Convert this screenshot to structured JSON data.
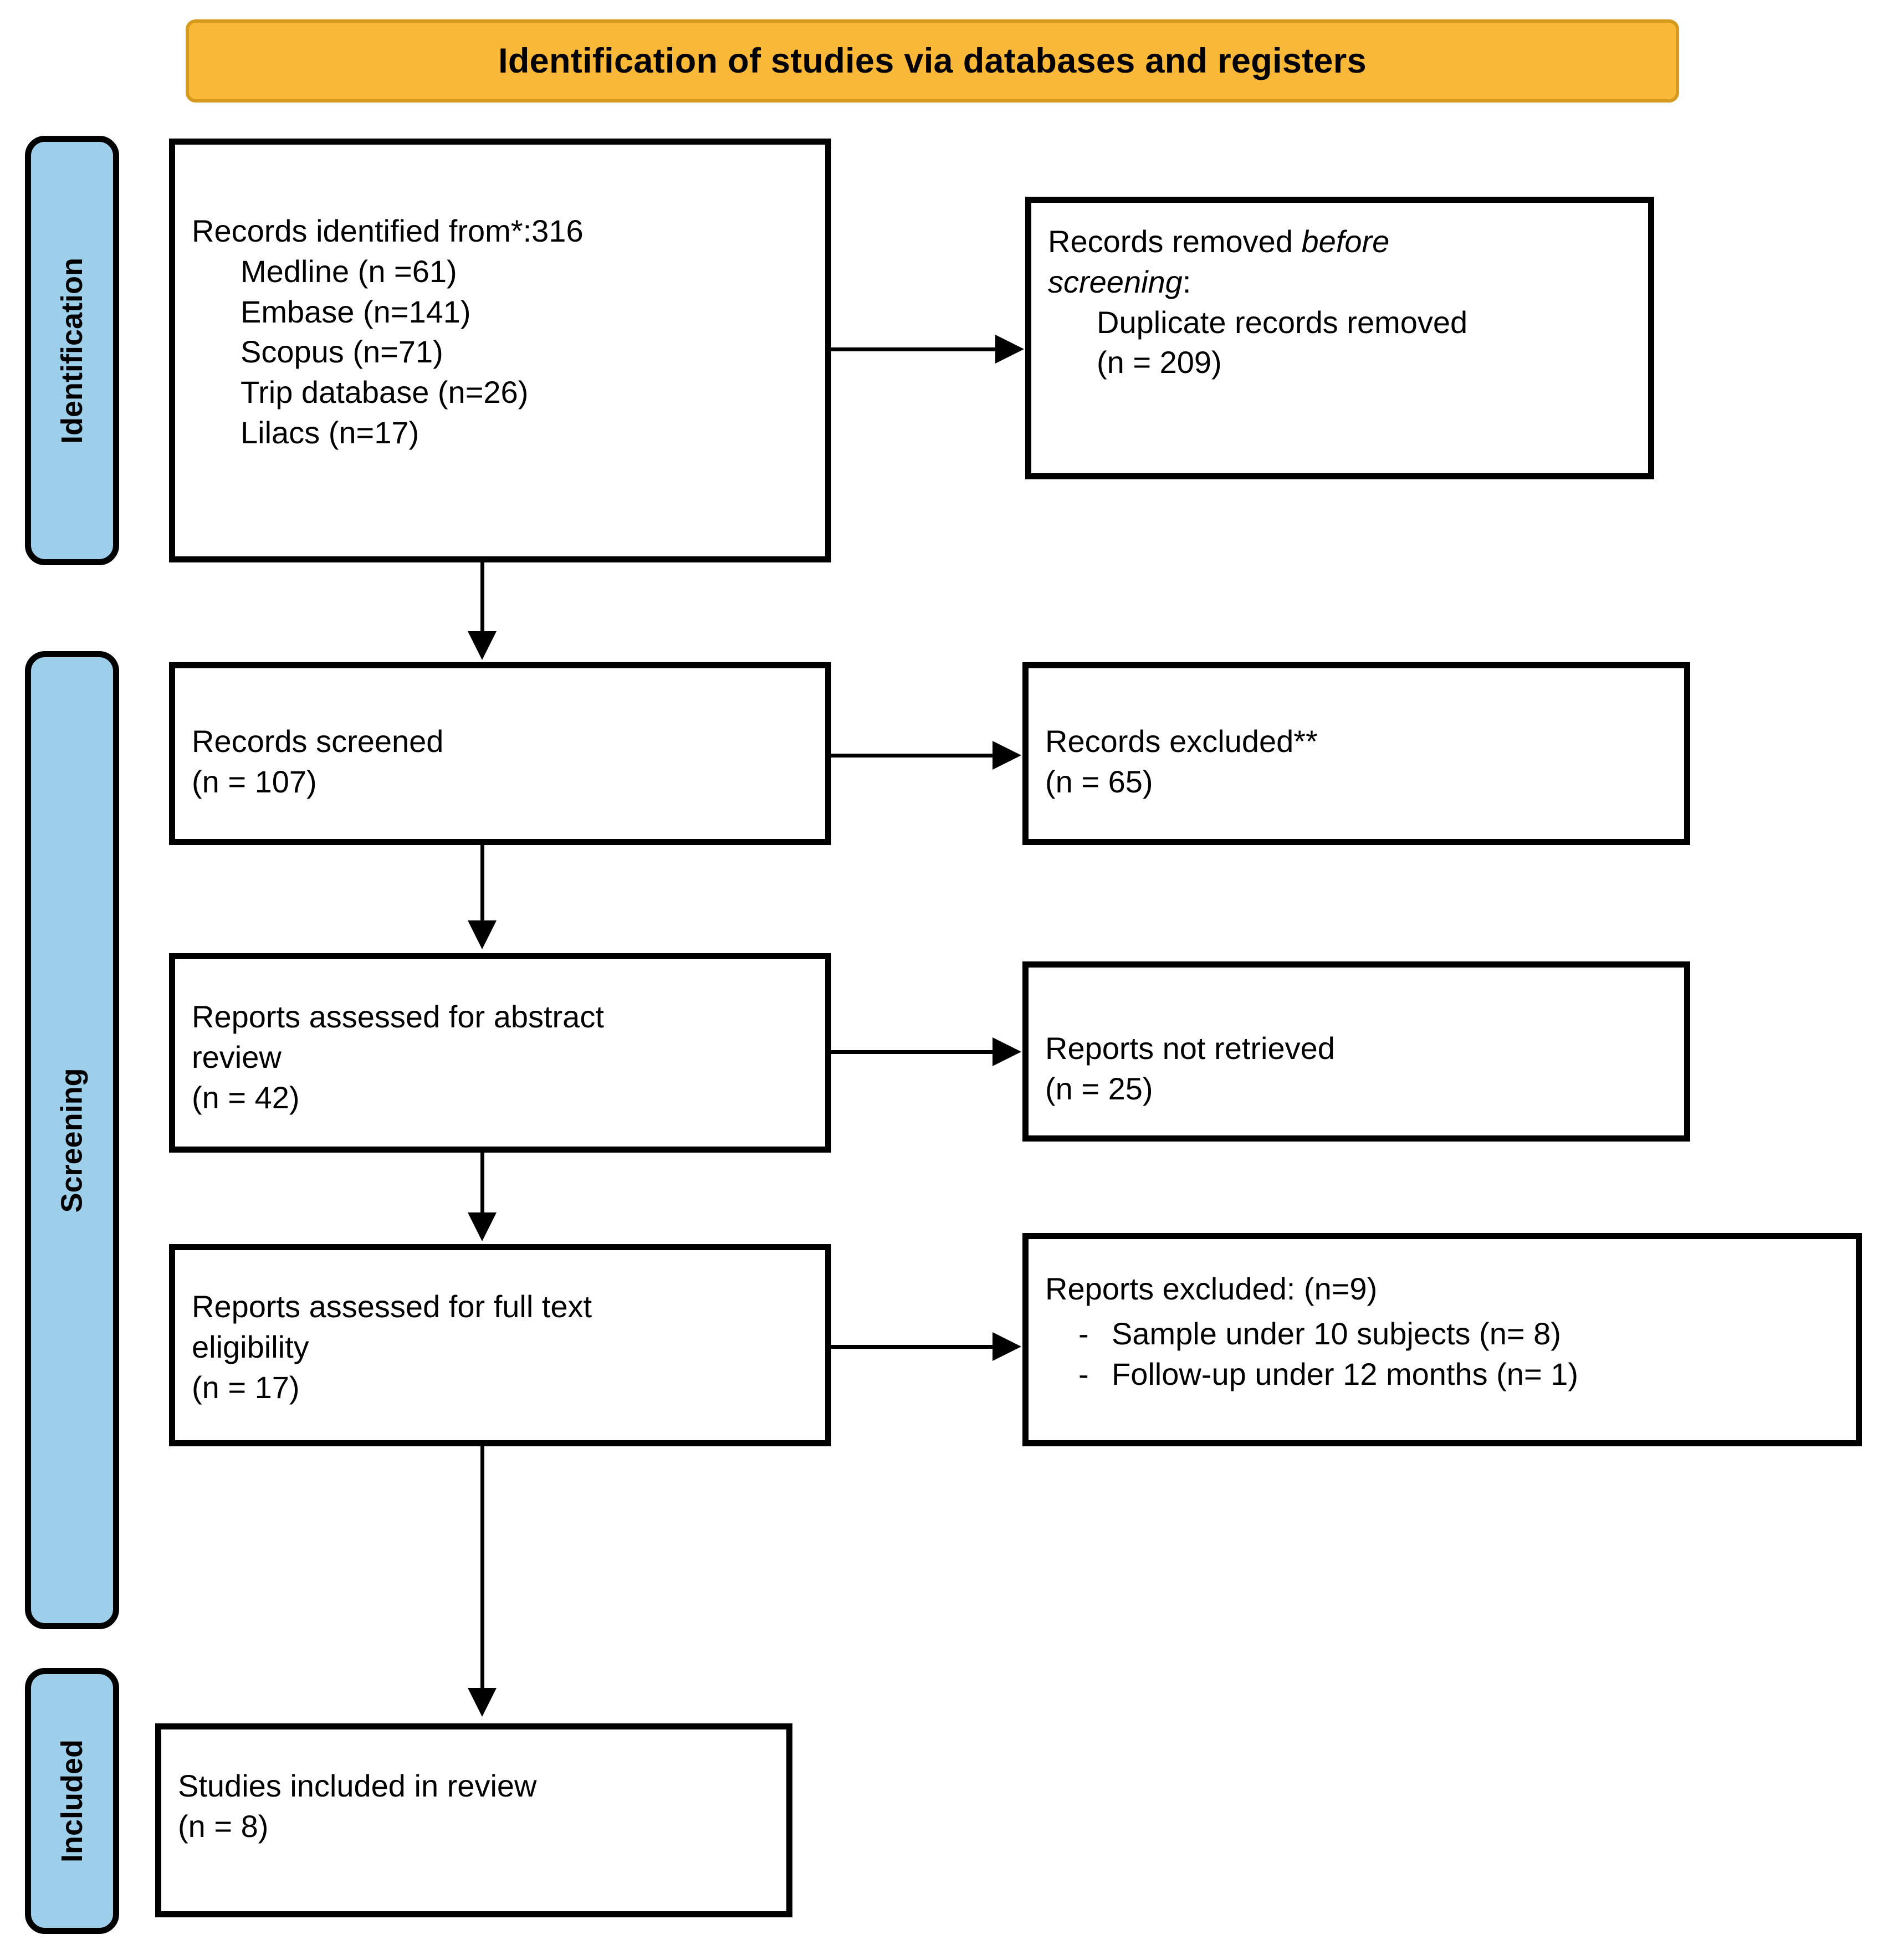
{
  "banner": {
    "title": "Identification of studies via databases and registers",
    "bg_color": "#FAB839",
    "border_color": "#D69B1E"
  },
  "rails": {
    "bg_color": "#9DCEEA",
    "items": [
      {
        "label": "Identification"
      },
      {
        "label": "Screening"
      },
      {
        "label": "Included"
      }
    ]
  },
  "boxes": {
    "identified": {
      "title": "Records identified from*:316",
      "sources": [
        "Medline (n =61)",
        "Embase (n=141)",
        "Scopus (n=71)",
        "Trip database (n=26)",
        "Lilacs (n=17)"
      ]
    },
    "removed_before_screening": {
      "line1": "Records removed ",
      "line1_italic": "before",
      "line2_italic": "screening",
      "line2_tail": ":",
      "detail": "Duplicate records removed",
      "count": "(n = 209)"
    },
    "records_screened": {
      "title": "Records screened",
      "count": "(n = 107)"
    },
    "records_excluded": {
      "title": "Records excluded**",
      "count": "(n = 65)"
    },
    "abstract_assessed": {
      "title_line1": "Reports assessed for abstract",
      "title_line2": "review",
      "count": "(n = 42)"
    },
    "reports_not_retrieved": {
      "title": "Reports not retrieved",
      "count": "(n = 25)"
    },
    "fulltext_assessed": {
      "title_line1": "Reports assessed for full text",
      "title_line2": "eligibility",
      "count": "(n = 17)"
    },
    "reports_excluded": {
      "title": "Reports excluded: (n=9)",
      "bullet_marker": "-",
      "reasons": [
        "Sample under 10 subjects (n= 8)",
        "Follow-up under 12 months (n= 1)"
      ]
    },
    "studies_included": {
      "title": "Studies included in review",
      "count": "(n = 8)"
    }
  },
  "chart_data": {
    "type": "diagram",
    "title": "Identification of studies via databases and registers",
    "stages": [
      "Identification",
      "Screening",
      "Included"
    ],
    "nodes": [
      {
        "id": "identified",
        "stage": "Identification",
        "label": "Records identified from*",
        "n": 316
      },
      {
        "id": "medline",
        "stage": "Identification",
        "label": "Medline",
        "n": 61
      },
      {
        "id": "embase",
        "stage": "Identification",
        "label": "Embase",
        "n": 141
      },
      {
        "id": "scopus",
        "stage": "Identification",
        "label": "Scopus",
        "n": 71
      },
      {
        "id": "trip",
        "stage": "Identification",
        "label": "Trip database",
        "n": 26
      },
      {
        "id": "lilacs",
        "stage": "Identification",
        "label": "Lilacs",
        "n": 17
      },
      {
        "id": "duplicates",
        "stage": "Identification",
        "label": "Duplicate records removed before screening",
        "n": 209
      },
      {
        "id": "screened",
        "stage": "Screening",
        "label": "Records screened",
        "n": 107
      },
      {
        "id": "rec_excluded",
        "stage": "Screening",
        "label": "Records excluded**",
        "n": 65
      },
      {
        "id": "abstract",
        "stage": "Screening",
        "label": "Reports assessed for abstract review",
        "n": 42
      },
      {
        "id": "not_retrieved",
        "stage": "Screening",
        "label": "Reports not retrieved",
        "n": 25
      },
      {
        "id": "fulltext",
        "stage": "Screening",
        "label": "Reports assessed for full text eligibility",
        "n": 17
      },
      {
        "id": "rep_excluded",
        "stage": "Screening",
        "label": "Reports excluded",
        "n": 9
      },
      {
        "id": "sample_small",
        "stage": "Screening",
        "label": "Sample under 10 subjects",
        "n": 8
      },
      {
        "id": "followup_short",
        "stage": "Screening",
        "label": "Follow-up under 12 months",
        "n": 1
      },
      {
        "id": "included",
        "stage": "Included",
        "label": "Studies included in review",
        "n": 8
      }
    ],
    "edges": [
      {
        "from": "identified",
        "to": "duplicates"
      },
      {
        "from": "identified",
        "to": "screened"
      },
      {
        "from": "screened",
        "to": "rec_excluded"
      },
      {
        "from": "screened",
        "to": "abstract"
      },
      {
        "from": "abstract",
        "to": "not_retrieved"
      },
      {
        "from": "abstract",
        "to": "fulltext"
      },
      {
        "from": "fulltext",
        "to": "rep_excluded"
      },
      {
        "from": "fulltext",
        "to": "included"
      }
    ]
  }
}
